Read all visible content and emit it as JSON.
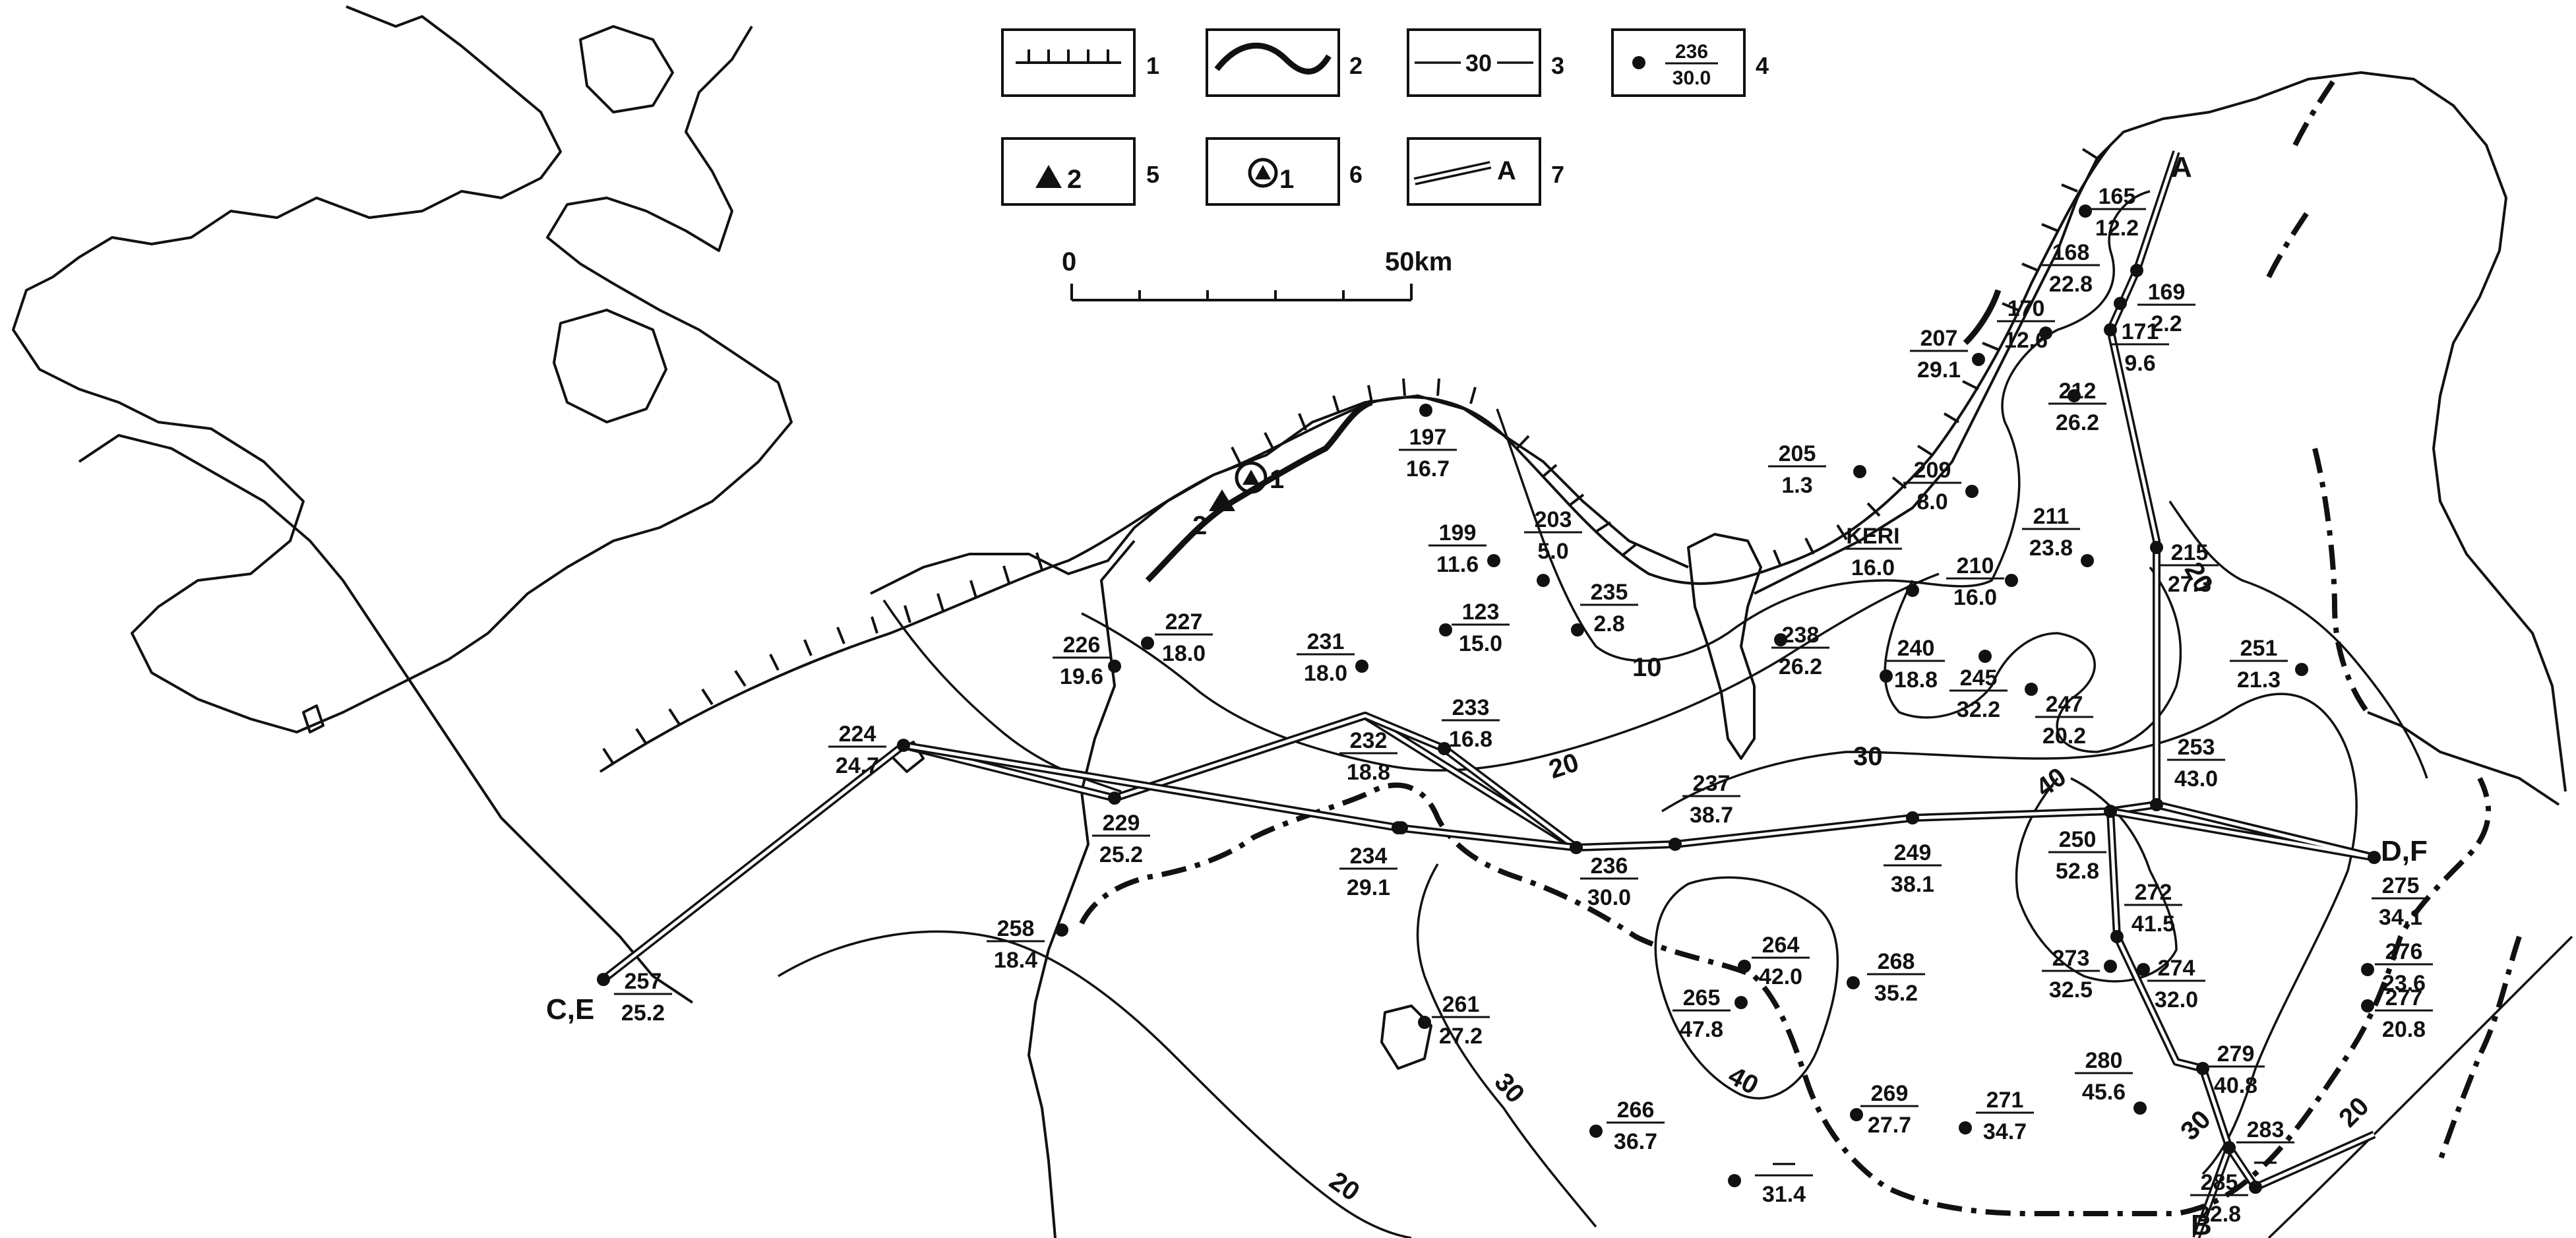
{
  "legend": [
    {
      "key": "1",
      "symbol": "fault-tick-line"
    },
    {
      "key": "2",
      "symbol": "thick-wavy-line"
    },
    {
      "key": "3",
      "symbol": "contour-line",
      "sample": "30"
    },
    {
      "key": "4",
      "symbol": "station-dot",
      "num": "236",
      "val": "30.0"
    },
    {
      "key": "5",
      "symbol": "triangle",
      "sample": "2"
    },
    {
      "key": "6",
      "symbol": "circled-triangle",
      "sample": "1"
    },
    {
      "key": "7",
      "symbol": "double-line",
      "sample": "A"
    }
  ],
  "scale_bar": {
    "start": "0",
    "end": "50km"
  },
  "stations": [
    {
      "num": "165",
      "val": "12.2"
    },
    {
      "num": "168",
      "val": "22.8"
    },
    {
      "num": "169",
      "val": "2.2"
    },
    {
      "num": "170",
      "val": "12.6"
    },
    {
      "num": "171",
      "val": "9.6"
    },
    {
      "num": "207",
      "val": "29.1"
    },
    {
      "num": "212",
      "val": "26.2"
    },
    {
      "num": "205",
      "val": "1.3"
    },
    {
      "num": "209",
      "val": "8.0"
    },
    {
      "num": "197",
      "val": "16.7"
    },
    {
      "num": "203",
      "val": "5.0"
    },
    {
      "num": "199",
      "val": "11.6"
    },
    {
      "num": "235",
      "val": "2.8"
    },
    {
      "num": "123",
      "val": "15.0"
    },
    {
      "num": "211",
      "val": "23.8"
    },
    {
      "num": "KERI",
      "val": "16.0"
    },
    {
      "num": "210",
      "val": "16.0"
    },
    {
      "num": "215",
      "val": "27.3"
    },
    {
      "num": "226",
      "val": "19.6"
    },
    {
      "num": "227",
      "val": "18.0"
    },
    {
      "num": "231",
      "val": "18.0"
    },
    {
      "num": "238",
      "val": "26.2"
    },
    {
      "num": "240",
      "val": "18.8"
    },
    {
      "num": "245",
      "val": "32.2"
    },
    {
      "num": "247",
      "val": "20.2"
    },
    {
      "num": "251",
      "val": "21.3"
    },
    {
      "num": "224",
      "val": "24.7"
    },
    {
      "num": "233",
      "val": "16.8"
    },
    {
      "num": "232",
      "val": "18.8"
    },
    {
      "num": "253",
      "val": "43.0"
    },
    {
      "num": "237",
      "val": "38.7"
    },
    {
      "num": "229",
      "val": "25.2"
    },
    {
      "num": "234",
      "val": "29.1"
    },
    {
      "num": "236",
      "val": "30.0"
    },
    {
      "num": "249",
      "val": "38.1"
    },
    {
      "num": "250",
      "val": "52.8"
    },
    {
      "num": "275",
      "val": "34.1"
    },
    {
      "num": "272",
      "val": "41.5"
    },
    {
      "num": "258",
      "val": "18.4"
    },
    {
      "num": "264",
      "val": "42.0"
    },
    {
      "num": "268",
      "val": "35.2"
    },
    {
      "num": "273",
      "val": "32.5"
    },
    {
      "num": "274",
      "val": "32.0"
    },
    {
      "num": "276",
      "val": "23.6"
    },
    {
      "num": "277",
      "val": "20.8"
    },
    {
      "num": "257",
      "val": "25.2"
    },
    {
      "num": "265",
      "val": "47.8"
    },
    {
      "num": "261",
      "val": "27.2"
    },
    {
      "num": "279",
      "val": "40.8"
    },
    {
      "num": "269",
      "val": "27.7"
    },
    {
      "num": "271",
      "val": "34.7"
    },
    {
      "num": "280",
      "val": "45.6"
    },
    {
      "num": "266",
      "val": "36.7"
    },
    {
      "num": "283",
      "val": "—"
    },
    {
      "num": "—",
      "val": "31.4"
    },
    {
      "num": "285",
      "val": "22.8"
    }
  ],
  "contour_labels": [
    "10",
    "20",
    "30",
    "40",
    "30",
    "40",
    "20",
    "30",
    "20",
    "20"
  ],
  "profile_labels": [
    "A",
    "B",
    "C,E",
    "D,F"
  ],
  "site_labels": [
    "2",
    "1"
  ]
}
